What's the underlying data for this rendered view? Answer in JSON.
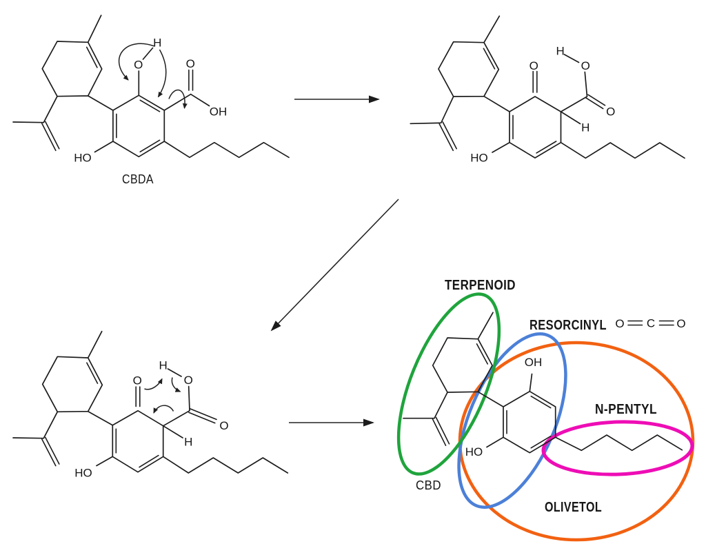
{
  "figure": {
    "background": "#ffffff",
    "bond_color": "#1c1c1c",
    "molecules": {
      "cbda_label": "CBDA",
      "cbd_label": "CBD"
    },
    "atoms": {
      "h": "H",
      "o": "O",
      "c": "C",
      "oh": "OH",
      "ho": "HO"
    },
    "moieties": {
      "terpenoid": {
        "text": "TERPENOID",
        "color": "#1FA43C"
      },
      "resorcinyl": {
        "text": "RESORCINYL",
        "color": "#4C80D8"
      },
      "n_pentyl": {
        "text": "N-PENTYL",
        "color": "#EE0DB5"
      },
      "olivetol": {
        "text": "OLIVETOL",
        "color": "#F26111"
      }
    }
  }
}
